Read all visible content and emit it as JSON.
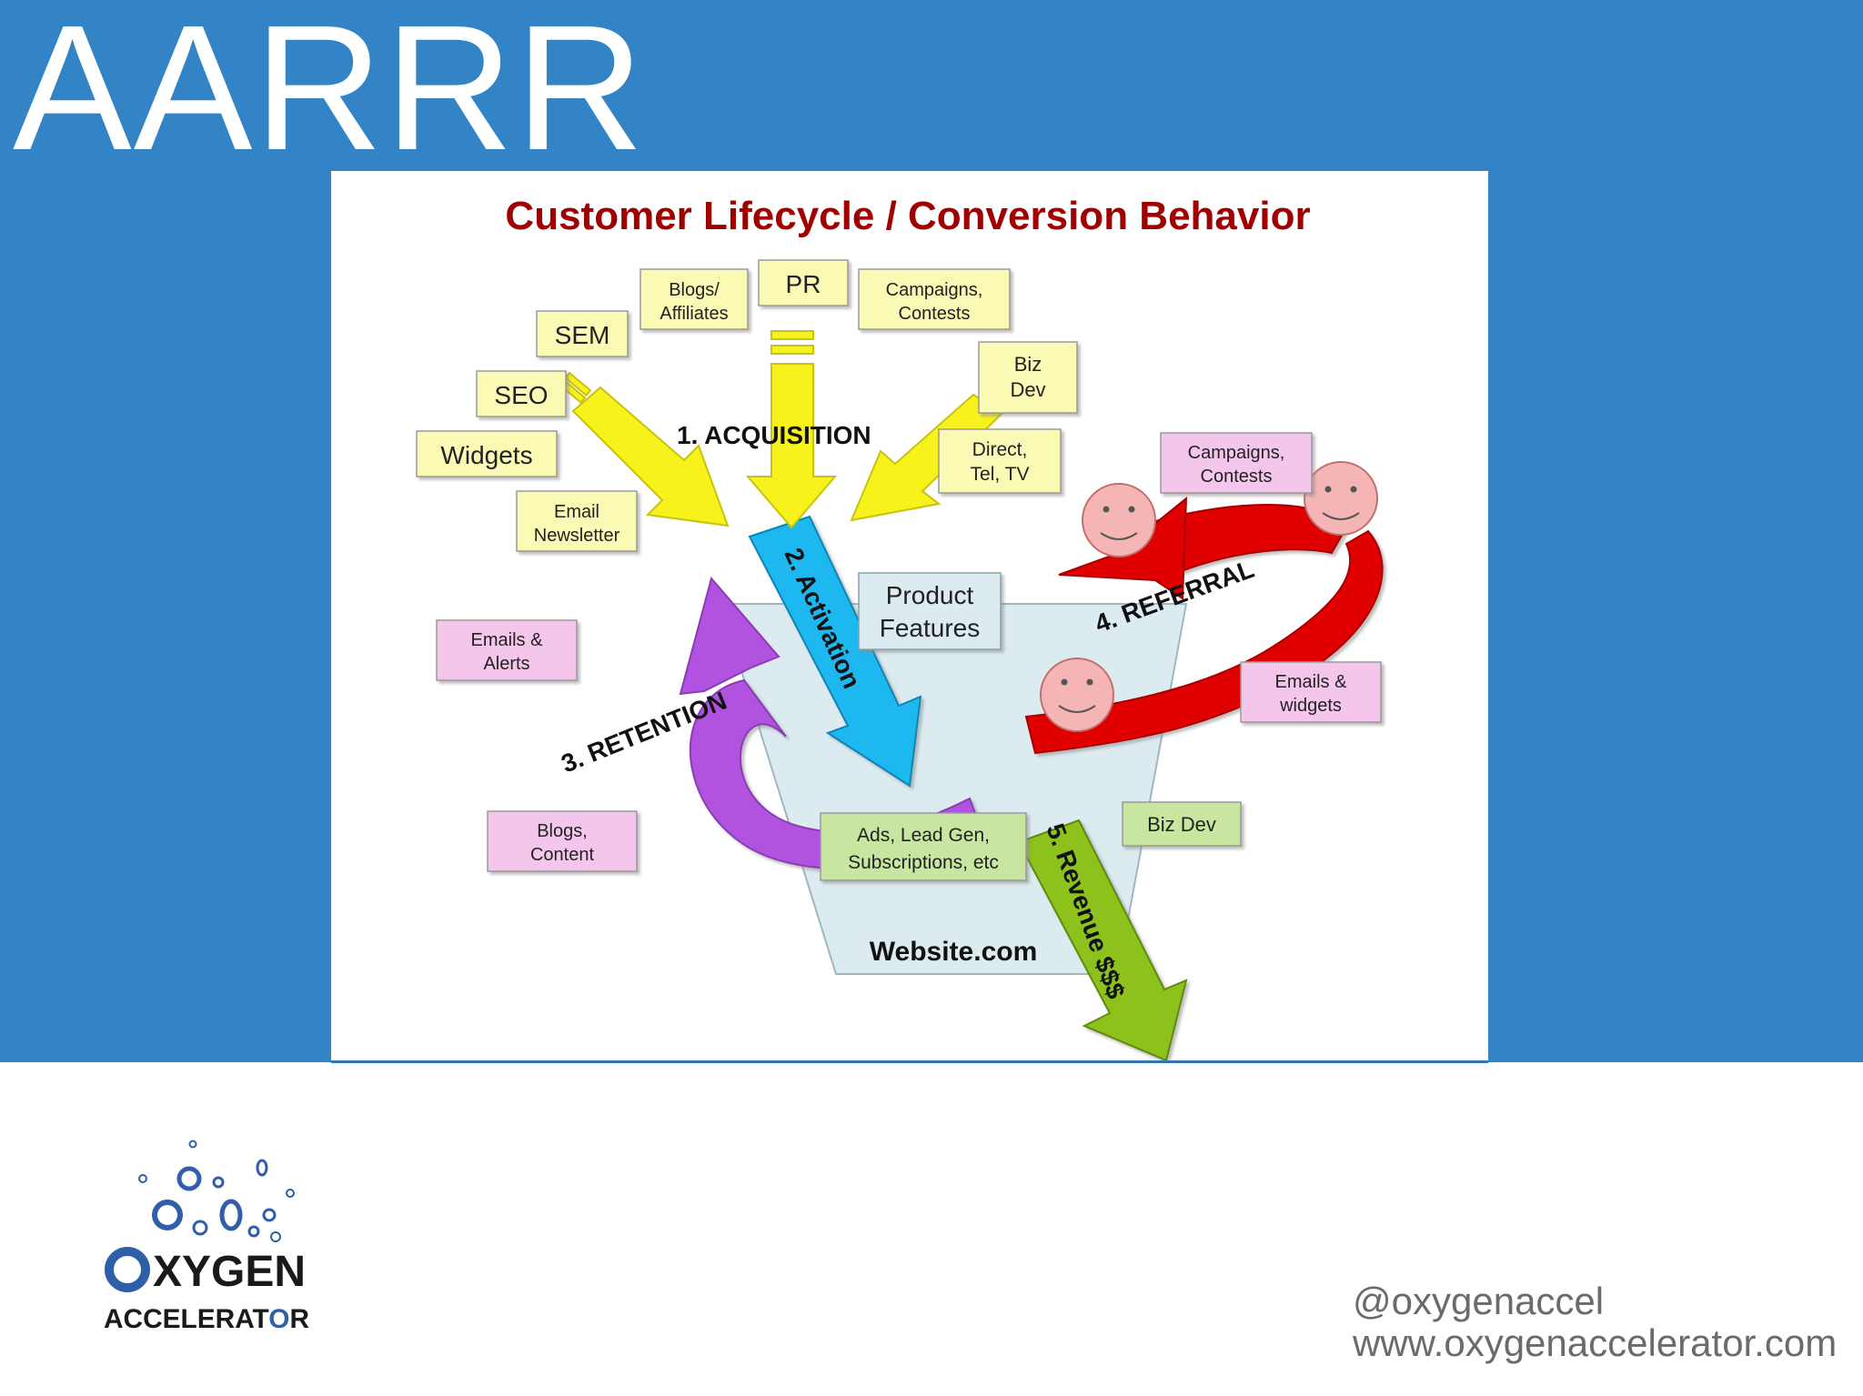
{
  "slide": {
    "title": "AARRR"
  },
  "diagram": {
    "title": "Customer Lifecycle / Conversion Behavior",
    "center_label": "Website.com",
    "stages": {
      "acquisition": "1. ACQUISITION",
      "activation": "2. Activation",
      "retention": "3. RETENTION",
      "referral": "4. REFERRAL",
      "revenue": "5. Revenue $$$"
    },
    "boxes": {
      "seo": "SEO",
      "sem": "SEM",
      "widgets": "Widgets",
      "blogs_affiliates": [
        "Blogs/",
        "Affiliates"
      ],
      "pr": "PR",
      "campaigns_contests_top": [
        "Campaigns,",
        "Contests"
      ],
      "biz_dev_top": [
        "Biz",
        "Dev"
      ],
      "direct_tel_tv": [
        "Direct,",
        "Tel, TV"
      ],
      "email_newsletter": [
        "Email",
        "Newsletter"
      ],
      "campaigns_contests_right": [
        "Campaigns,",
        "Contests"
      ],
      "product_features": [
        "Product",
        "Features"
      ],
      "emails_alerts": [
        "Emails &",
        "Alerts"
      ],
      "emails_widgets": [
        "Emails &",
        "widgets"
      ],
      "blogs_content": [
        "Blogs,",
        "Content"
      ],
      "ads_leadgen": [
        "Ads, Lead Gen,",
        "Subscriptions, etc"
      ],
      "biz_dev_bottom": "Biz Dev"
    },
    "colors": {
      "title": "#a00000",
      "acquisition_arrow": "#f7f21c",
      "activation_arrow": "#1ab8ef",
      "retention_arrow": "#b152e0",
      "referral_arrow": "#e00000",
      "revenue_arrow": "#8dc21c",
      "funnel": "#dcebf0",
      "yellow_box": "#fafab4",
      "pink_box": "#f5c6ec",
      "green_box": "#c8e6a0"
    }
  },
  "logo": {
    "name_prefix": "O",
    "name_rest": "XYGEN",
    "sub_prefix": "ACCELERAT",
    "sub_o": "O",
    "sub_suffix": "R"
  },
  "contact": {
    "handle": "@oxygenaccel",
    "website": "www.oxygenaccelerator.com"
  }
}
